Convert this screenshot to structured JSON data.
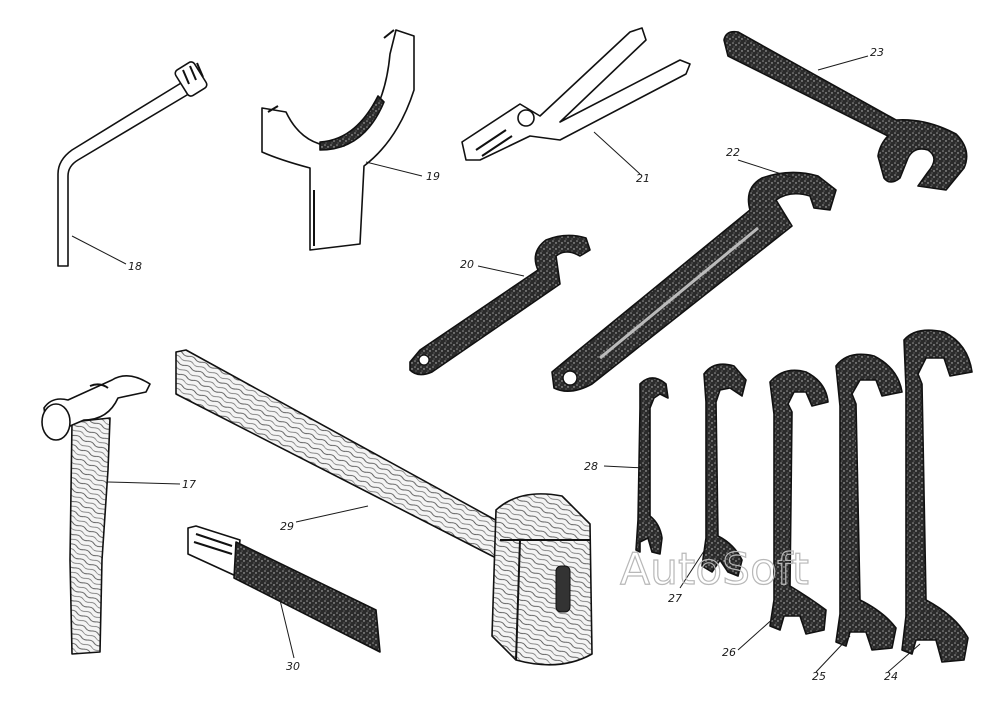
{
  "figure": {
    "watermark": "AutoSoft",
    "callouts": {
      "c17": "17",
      "c18": "18",
      "c19": "19",
      "c20": "20",
      "c21": "21",
      "c22": "22",
      "c23": "23",
      "c24": "24",
      "c25": "25",
      "c26": "26",
      "c27": "27",
      "c28": "28",
      "c29": "29",
      "c30": "30"
    }
  }
}
